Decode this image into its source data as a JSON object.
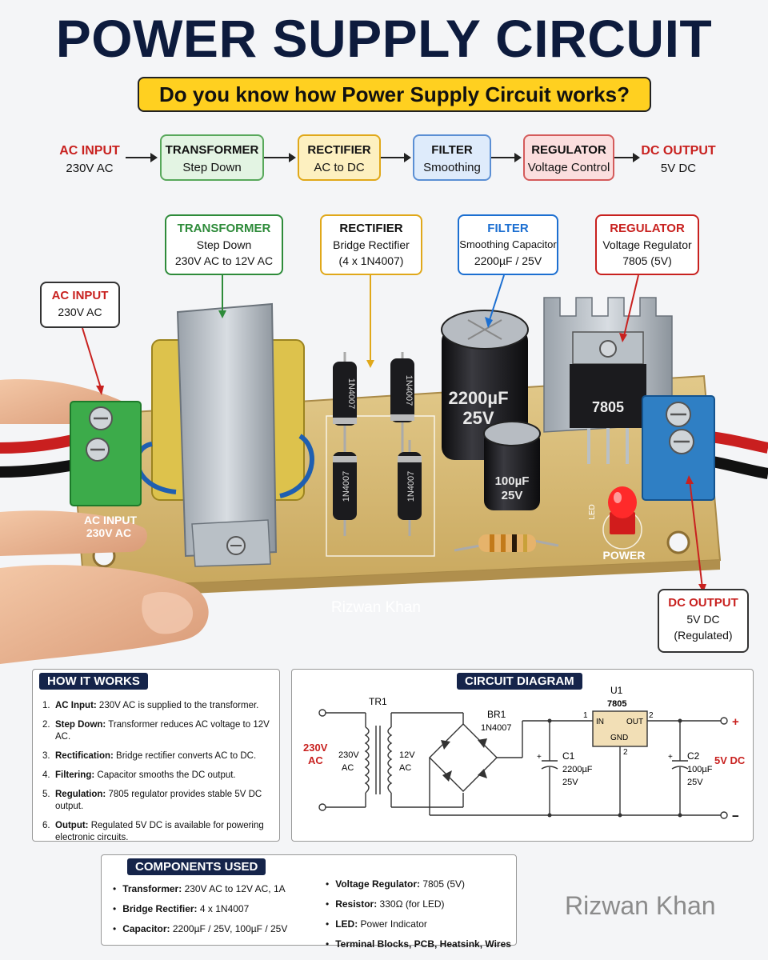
{
  "title": "POWER SUPPLY CIRCUIT",
  "subtitle": "Do you know how Power Supply Circuit works?",
  "flow": {
    "input": {
      "head": "AC INPUT",
      "sub": "230V AC"
    },
    "steps": [
      {
        "head": "TRANSFORMER",
        "sub": "Step Down"
      },
      {
        "head": "RECTIFIER",
        "sub": "AC to DC"
      },
      {
        "head": "FILTER",
        "sub": "Smoothing"
      },
      {
        "head": "REGULATOR",
        "sub": "Voltage Control"
      }
    ],
    "output": {
      "head": "DC OUTPUT",
      "sub": "5V DC"
    }
  },
  "callouts": {
    "transformer": {
      "head": "TRANSFORMER",
      "l1": "Step Down",
      "l2": "230V AC to 12V AC"
    },
    "rectifier": {
      "head": "RECTIFIER",
      "l1": "Bridge Rectifier",
      "l2": "(4 x 1N4007)"
    },
    "filter": {
      "head": "FILTER",
      "l1": "Smoothing Capacitor",
      "l2": "2200µF / 25V"
    },
    "regulator": {
      "head": "REGULATOR",
      "l1": "Voltage Regulator",
      "l2": "7805 (5V)"
    },
    "ac_input": {
      "head": "AC INPUT",
      "l1": "230V AC"
    },
    "dc_output": {
      "head": "DC OUTPUT",
      "l1": "5V DC",
      "l2": "(Regulated)"
    }
  },
  "board": {
    "ac_terminal_l1": "AC INPUT",
    "ac_terminal_l2": "230V AC",
    "diode_label": "1N4007",
    "cap_big_value": "2200µF",
    "cap_big_voltage": "25V",
    "cap_small_value": "100µF",
    "cap_small_voltage": "25V",
    "regulator_label": "7805",
    "power_label": "POWER",
    "led_silk": "LED",
    "watermark": "Rizwan Khan"
  },
  "how_it_works": {
    "tag": "HOW IT WORKS",
    "items": [
      {
        "num": "1.",
        "bold": "AC Input:",
        "text": " 230V AC is supplied to the transformer."
      },
      {
        "num": "2.",
        "bold": "Step Down:",
        "text": " Transformer reduces AC voltage to 12V AC."
      },
      {
        "num": "3.",
        "bold": "Rectification:",
        "text": " Bridge rectifier converts AC to DC."
      },
      {
        "num": "4.",
        "bold": "Filtering:",
        "text": " Capacitor smooths the DC output."
      },
      {
        "num": "5.",
        "bold": "Regulation:",
        "text": " 7805 regulator provides stable 5V DC output."
      },
      {
        "num": "6.",
        "bold": "Output:",
        "text": " Regulated 5V DC is available for powering electronic circuits."
      }
    ]
  },
  "circuit": {
    "tag": "CIRCUIT DIAGRAM",
    "tr1": "TR1",
    "in_v1": "230V",
    "in_v2": "AC",
    "prim_v1": "230V",
    "prim_v2": "AC",
    "sec_v1": "12V",
    "sec_v2": "AC",
    "br1": "BR1",
    "br1_part": "1N4007",
    "u1": "U1",
    "u1_part": "7805",
    "pin1": "1",
    "pin2": "2",
    "pin3": "2",
    "in_pin": "IN",
    "out_pin": "OUT",
    "gnd_pin": "GND",
    "c1": "C1",
    "c1_val": "2200µF",
    "c1_v": "25V",
    "c2": "C2",
    "c2_val": "100µF",
    "c2_v": "25V",
    "out_v": "5V DC",
    "plus": "+",
    "minus": "−",
    "plus_small": "+"
  },
  "components": {
    "tag": "COMPONENTS USED",
    "left": [
      {
        "bold": "Transformer:",
        "text": " 230V AC to 12V AC, 1A"
      },
      {
        "bold": "Bridge Rectifier:",
        "text": " 4 x 1N4007"
      },
      {
        "bold": "Capacitor:",
        "text": " 2200µF / 25V, 100µF / 25V"
      }
    ],
    "right": [
      {
        "bold": "Voltage Regulator:",
        "text": " 7805 (5V)"
      },
      {
        "bold": "Resistor:",
        "text": " 330Ω (for LED)"
      },
      {
        "bold": "LED:",
        "text": " Power Indicator"
      },
      {
        "bold": "Terminal Blocks, PCB, Heatsink, Wires",
        "text": ""
      }
    ]
  },
  "watermark": "Rizwan Khan",
  "colors": {
    "navy": "#0d1b3d",
    "yellow": "#ffd020",
    "red": "#c8211f",
    "green": "#2e8b3a",
    "blue": "#1c6fd1",
    "amber": "#e0a81a"
  }
}
